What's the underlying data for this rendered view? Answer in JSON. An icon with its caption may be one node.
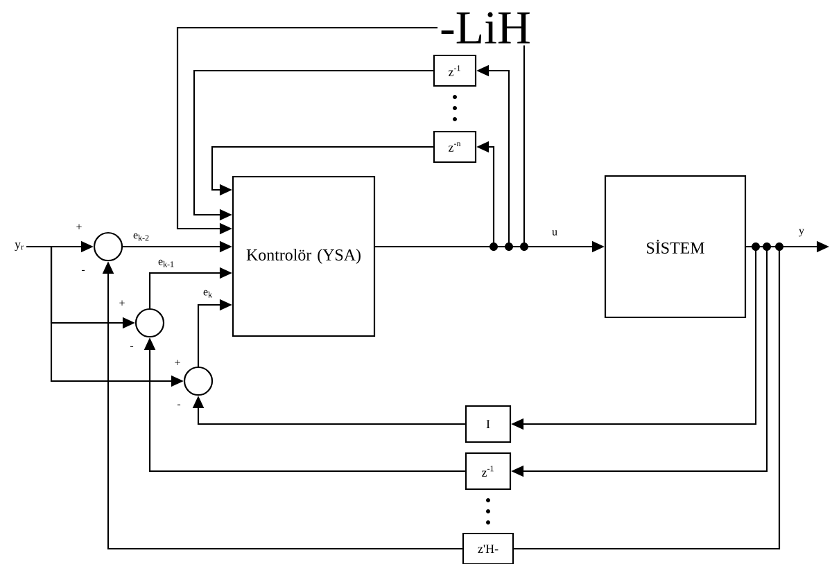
{
  "diagram": {
    "nodes": [
      {
        "text": [
          "y$_{r}$"
        ]
      },
      {
        "text": [],
        "shape": "circle"
      },
      {
        "text": [],
        "shape": "circle"
      },
      {
        "text": [],
        "shape": "circle"
      },
      {
        "text": [
          "Kontrolör (YSA)"
        ]
      },
      {
        "text": [
          "-LiH"
        ]
      },
      {
        "text": [
          "z$^{-1}$"
        ]
      },
      {
        "text": [
          "z$^{-n}$"
        ]
      },
      {
        "text": [
          "SİSTEM"
        ]
      },
      {
        "text": [
          "I"
        ]
      },
      {
        "text": [
          "z$^{-1}$"
        ]
      },
      {
        "text": [
          "z'H-"
        ]
      }
    ],
    "edges": [
      {
        "from": 0,
        "to": 1,
        "arrow": "to"
      },
      {
        "from": 0,
        "to": 2,
        "arrow": "to"
      },
      {
        "from": 0,
        "to": 3,
        "arrow": "to"
      },
      {
        "from": 1,
        "to": 4,
        "arrow": "to",
        "label": "e$_{k-2}$"
      },
      {
        "from": 2,
        "to": 4,
        "arrow": "to",
        "label": "e$_{k-1}$"
      },
      {
        "from": 3,
        "to": 4,
        "arrow": "to",
        "label": "e$_{k}$"
      },
      {
        "from": 5,
        "to": 4,
        "arrow": "to"
      },
      {
        "from": 6,
        "to": 4,
        "arrow": "to"
      },
      {
        "from": 7,
        "to": 4,
        "arrow": "to"
      },
      {
        "from": 4,
        "to": 8,
        "arrow": "to",
        "label": "u"
      },
      {
        "from": 4,
        "to": 7,
        "arrow": "to"
      },
      {
        "from": 4,
        "to": 6,
        "arrow": "to"
      },
      {
        "from": 4,
        "to": 5,
        "arrow": "none"
      },
      {
        "from": 8,
        "to": null,
        "arrow": "to",
        "label": "y"
      },
      {
        "from": 8,
        "to": 9,
        "arrow": "to"
      },
      {
        "from": 8,
        "to": 10,
        "arrow": "to"
      },
      {
        "from": 8,
        "to": 11,
        "arrow": "none"
      },
      {
        "from": 9,
        "to": 3,
        "arrow": "to"
      },
      {
        "from": 10,
        "to": 2,
        "arrow": "to"
      },
      {
        "from": 11,
        "to": 1,
        "arrow": "to"
      }
    ],
    "labels": [
      "+",
      "-",
      "+",
      "-",
      "+",
      "-"
    ]
  }
}
